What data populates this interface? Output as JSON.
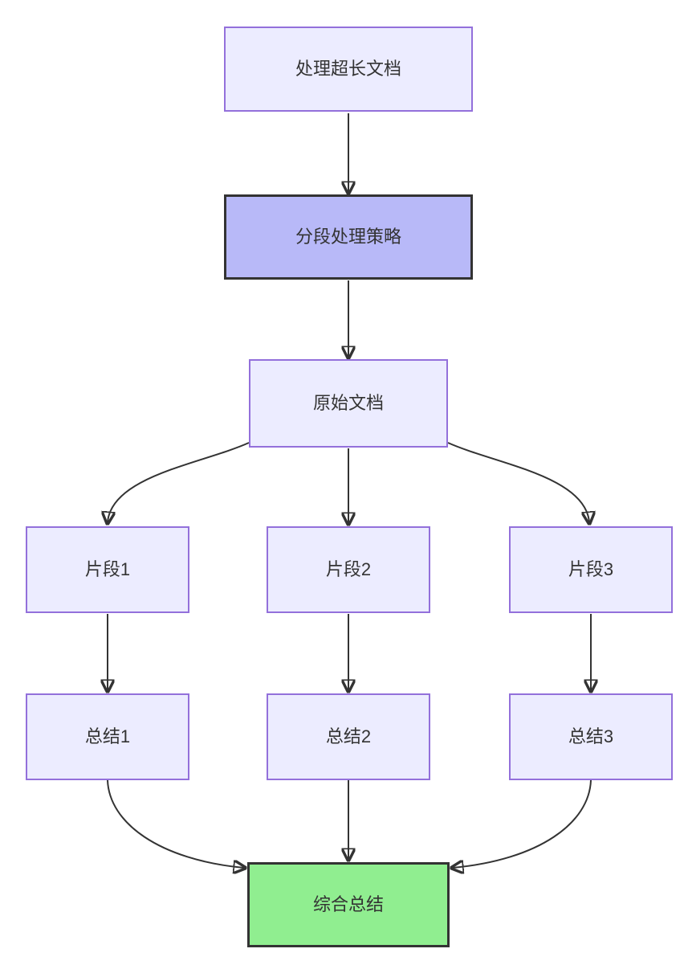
{
  "diagram": {
    "type": "flowchart",
    "direction": "top-down",
    "nodes": {
      "doc": "处理超长文档",
      "strategy": "分段处理策略",
      "original": "原始文档",
      "fragment1": "片段1",
      "fragment2": "片段2",
      "fragment3": "片段3",
      "summary1": "总结1",
      "summary2": "总结2",
      "summary3": "总结3",
      "final": "综合总结"
    },
    "edges": [
      {
        "from": "doc",
        "to": "strategy"
      },
      {
        "from": "strategy",
        "to": "original"
      },
      {
        "from": "original",
        "to": "fragment1"
      },
      {
        "from": "original",
        "to": "fragment2"
      },
      {
        "from": "original",
        "to": "fragment3"
      },
      {
        "from": "fragment1",
        "to": "summary1"
      },
      {
        "from": "fragment2",
        "to": "summary2"
      },
      {
        "from": "fragment3",
        "to": "summary3"
      },
      {
        "from": "summary1",
        "to": "final"
      },
      {
        "from": "summary2",
        "to": "final"
      },
      {
        "from": "summary3",
        "to": "final"
      }
    ],
    "colors": {
      "node_fill": "#ECECFF",
      "node_border": "#9370DB",
      "accent_fill": "#b8b9f8",
      "accent_border": "#333333",
      "final_fill": "#90EE90",
      "final_border": "#333333",
      "edge": "#333333",
      "text": "#333333",
      "background": "#ffffff"
    }
  }
}
